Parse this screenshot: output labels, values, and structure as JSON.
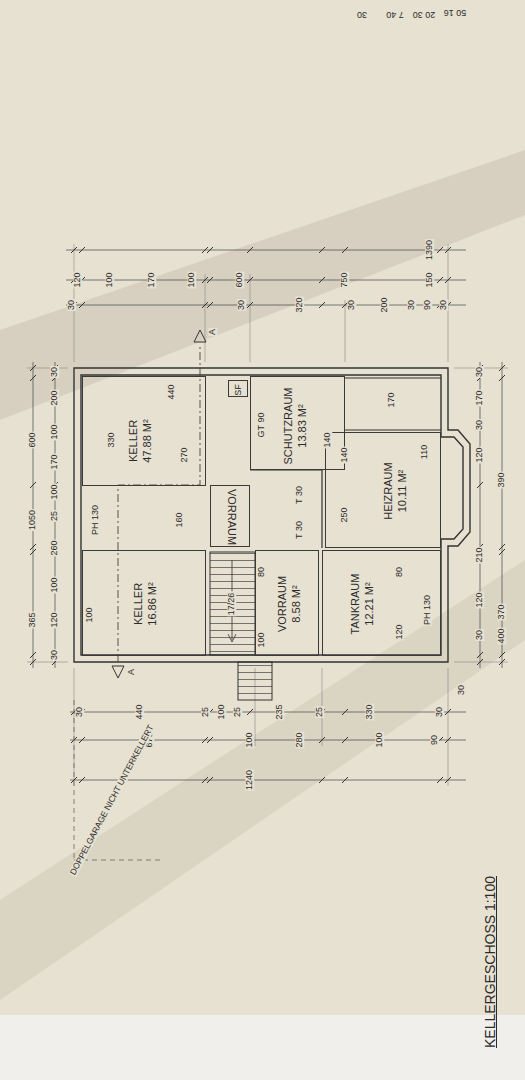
{
  "diagram": {
    "title": "KELLERGESCHOSS 1:100",
    "nodes": [
      {
        "text": [
          "KELLER",
          "47.88 M²"
        ]
      },
      {
        "text": [
          "KELLER",
          "16.86 M²"
        ]
      },
      {
        "text": [
          "SF"
        ]
      },
      {
        "text": [
          "SCHUTZRAUM",
          "13.83 M²"
        ]
      },
      {
        "text": [
          "VORRAUM"
        ]
      },
      {
        "text": [
          "HEIZRAUM",
          "10.11 M²"
        ]
      },
      {
        "text": [
          "VORRAUM",
          "8.58 M²"
        ]
      },
      {
        "text": [
          "TANKRAUM",
          "12.21 M²"
        ]
      }
    ],
    "labels": [
      "30",
      "7 40",
      "20 30",
      "50 16",
      "1390",
      "120",
      "100",
      "170",
      "100",
      "600",
      "750",
      "150",
      "30",
      "30",
      "320",
      "30",
      "200",
      "30",
      "90",
      "30",
      "1050",
      "600",
      "365",
      "30",
      "200",
      "100",
      "170",
      "100",
      "25",
      "260",
      "100",
      "120",
      "30",
      "30",
      "440",
      "25",
      "100",
      "25",
      "235",
      "25",
      "330",
      "30",
      "670",
      "100",
      "280",
      "100",
      "90",
      "1240",
      "DOPPELGARAGE NICHT UNTERKELLERT",
      "30",
      "170",
      "30",
      "120",
      "210",
      "120",
      "30",
      "390",
      "370",
      "400",
      "30",
      "440",
      "330",
      "270",
      "160",
      "PH 130",
      "100",
      "A",
      "A",
      "17/26",
      "GT 90",
      "140",
      "170",
      "140",
      "250",
      "110",
      "T 30",
      "T 30",
      "80",
      "100",
      "PH 130",
      "80",
      "120"
    ]
  }
}
